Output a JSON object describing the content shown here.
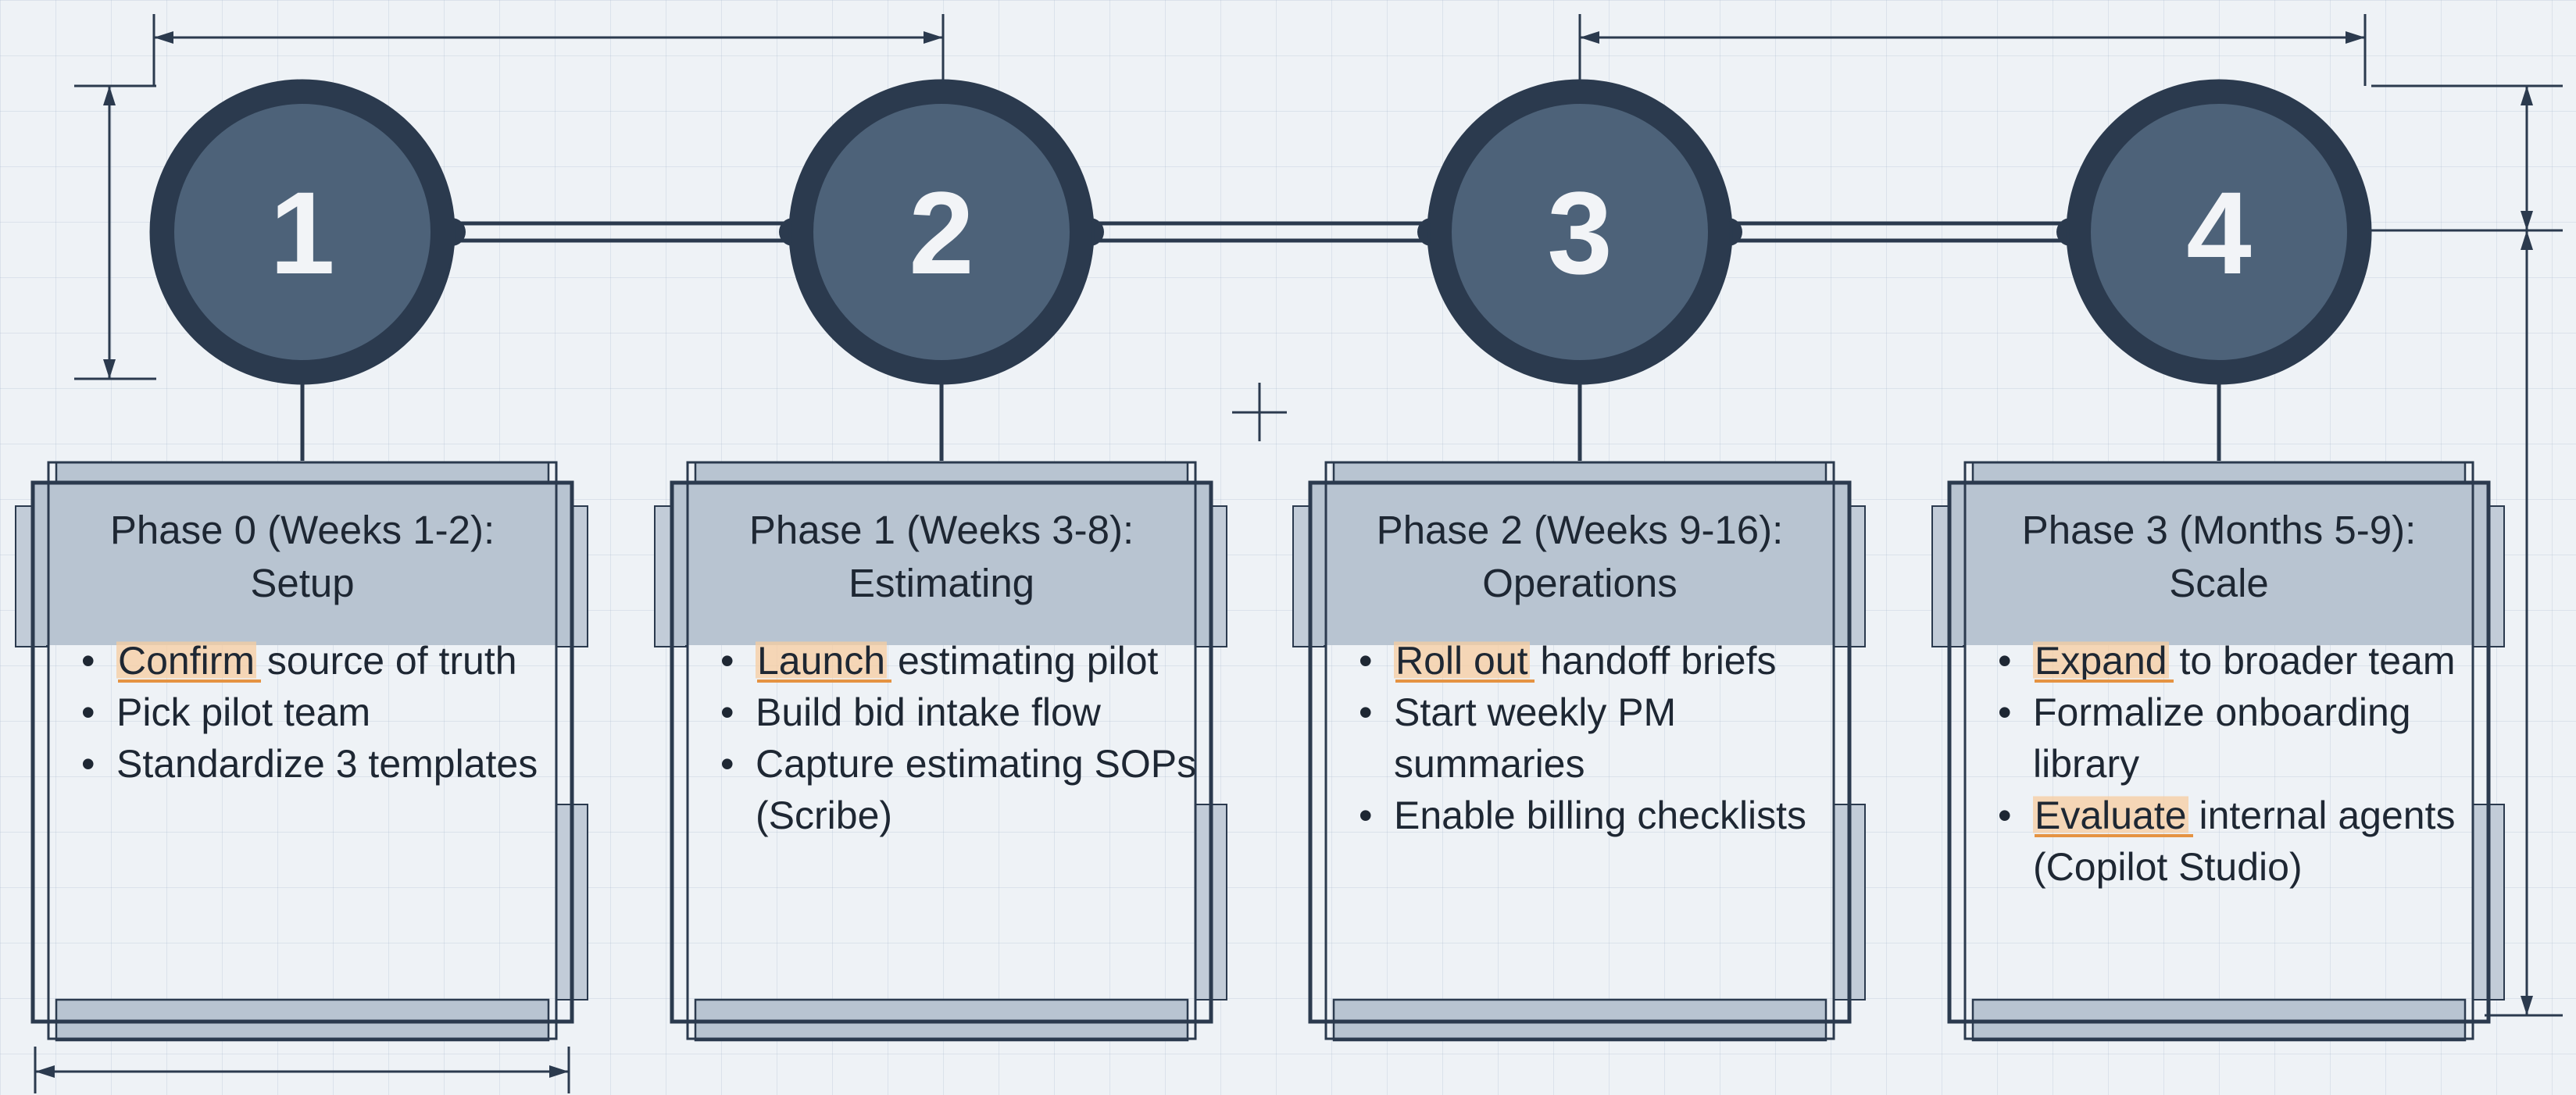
{
  "steps": [
    {
      "number": "1",
      "title_line1": "Phase 0 (Weeks 1-2):",
      "title_line2": "Setup",
      "bullets": [
        {
          "highlight": "Confirm",
          "rest": " source of truth"
        },
        {
          "highlight": "",
          "rest": "Pick pilot team"
        },
        {
          "highlight": "",
          "rest": "Standardize 3 templates"
        }
      ]
    },
    {
      "number": "2",
      "title_line1": "Phase 1 (Weeks 3-8):",
      "title_line2": "Estimating",
      "bullets": [
        {
          "highlight": "Launch",
          "rest": " estimating pilot"
        },
        {
          "highlight": "",
          "rest": "Build bid intake flow"
        },
        {
          "highlight": "",
          "rest": "Capture estimating SOPs (Scribe)"
        }
      ]
    },
    {
      "number": "3",
      "title_line1": "Phase 2 (Weeks 9-16):",
      "title_line2": "Operations",
      "bullets": [
        {
          "highlight": "Roll out",
          "rest": " handoff briefs"
        },
        {
          "highlight": "",
          "rest": "Start weekly PM summaries"
        },
        {
          "highlight": "",
          "rest": "Enable billing checklists"
        }
      ]
    },
    {
      "number": "4",
      "title_line1": "Phase 3 (Months 5-9):",
      "title_line2": "Scale",
      "bullets": [
        {
          "highlight": "Expand",
          "rest": " to broader team"
        },
        {
          "highlight": "",
          "rest": "Formalize onboarding library"
        },
        {
          "highlight": "Evaluate",
          "rest": " internal agents (Copilot Studio)"
        }
      ]
    }
  ],
  "colors": {
    "navy": "#2b3a4e",
    "circle_fill": "#4d6279",
    "header_fill": "#b8c4d1",
    "highlight": "#f7cda0",
    "highlight_arrow": "#e59342"
  }
}
